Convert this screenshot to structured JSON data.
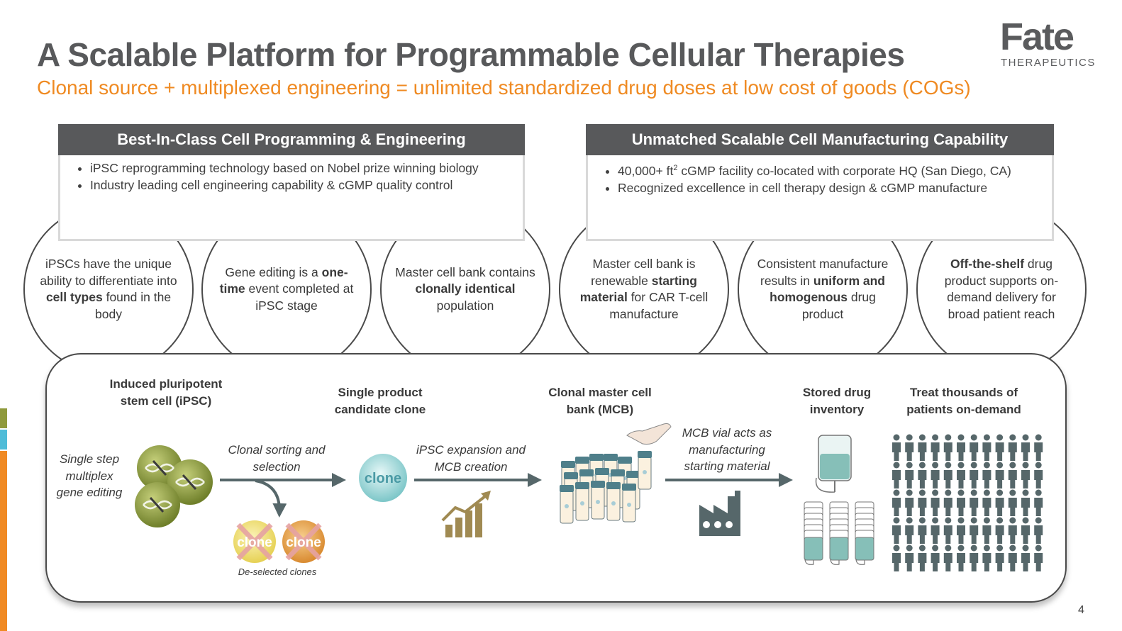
{
  "title": "A Scalable Platform for Programmable Cellular Therapies",
  "subtitle": "Clonal source + multiplexed engineering = unlimited standardized drug doses at low cost of goods (COGs)",
  "logo": {
    "word": "Fate",
    "sub": "THERAPEUTICS"
  },
  "left_section": {
    "header": "Best-In-Class Cell Programming & Engineering",
    "bullets": [
      "iPSC reprogramming technology based on Nobel prize winning biology",
      "Industry leading cell engineering capability & cGMP quality control"
    ]
  },
  "right_section": {
    "header": "Unmatched Scalable Cell Manufacturing Capability",
    "bullet1_pre": "40,000+ ft",
    "bullet1_sup": "2",
    "bullet1_post": " cGMP facility co-located with corporate HQ (San Diego, CA)",
    "bullet2": "Recognized excellence in cell therapy design & cGMP manufacture"
  },
  "circles": [
    {
      "parts": [
        "iPSCs have the unique ability to differentiate into ",
        "cell types",
        " found in the body"
      ]
    },
    {
      "parts": [
        "Gene editing is a ",
        "one-time",
        " event completed at iPSC stage"
      ]
    },
    {
      "parts": [
        "Master cell bank contains ",
        "clonally identical",
        " population"
      ]
    },
    {
      "parts": [
        "Master cell bank is renewable ",
        "starting material",
        " for CAR T-cell manufacture"
      ]
    },
    {
      "parts": [
        "Consistent manufacture results in ",
        "uniform and homogenous",
        " drug product"
      ]
    },
    {
      "parts": [
        "",
        "Off-the-shelf",
        " drug product supports on-demand delivery for broad patient reach"
      ]
    }
  ],
  "flow": {
    "ipsc_label": "Induced pluripotent stem cell (iPSC)",
    "editing_label": "Single step multiplex gene editing",
    "sorting_label": "Clonal sorting and selection",
    "clone_label": "Single product candidate clone",
    "clone_text": "clone",
    "deselected_label": "De-selected clones",
    "expansion_label": "iPSC expansion and MCB creation",
    "mcb_label": "Clonal master cell bank (MCB)",
    "vial_label": "MCB vial acts as manufacturing starting material",
    "inventory_label": "Stored drug inventory",
    "treat_label": "Treat thousands of patients on-demand"
  },
  "colors": {
    "accent": "#ef8a22",
    "header_bg": "#58595b",
    "teal": "#5bb8c4",
    "olive": "#8a9a3a"
  },
  "page_number": "4"
}
